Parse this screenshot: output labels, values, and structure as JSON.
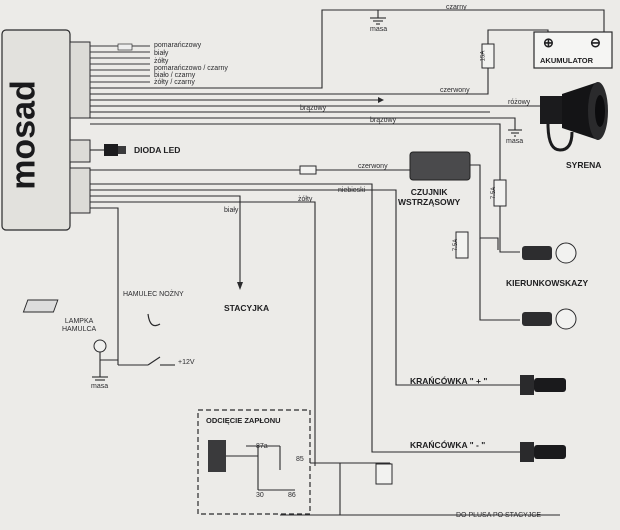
{
  "unit": {
    "brand": "mosad"
  },
  "wire_labels": {
    "w1": "pomarańczowy",
    "w2": "biały",
    "w3": "żółty",
    "w4": "pomarańczowo / czarny",
    "w5": "biało / czarny",
    "w6": "żółty / czarny",
    "red": "czerwony",
    "brown1": "brązowy",
    "brown2": "brązowy",
    "pink": "różowy",
    "black_top": "czarny",
    "black_sensor": "czerwony",
    "blue": "niebieski",
    "white": "biały",
    "yellow": "żółty"
  },
  "components": {
    "led": "DIODA  LED",
    "battery": "AKUMULATOR",
    "siren": "SYRENA",
    "sensor": "CZUJNIK\nWSTRZĄSOWY",
    "indicators": "KIERUNKOWSKAZY",
    "ignition": "STACYJKA",
    "brake_pedal": "HAMULEC NOŻNY",
    "brake_lamp": "LAMPKA\nHAMULCA",
    "switch_plus": "KRAŃCÓWKA  \" + \"",
    "switch_minus": "KRAŃCÓWKA  \" - \"",
    "cutoff": "ODCIĘCIE ZAPŁONU",
    "to_ignition": "DO PLUSA PO STACYJCE"
  },
  "ground_labels": {
    "g1": "masa",
    "g2": "masa",
    "g3": "masa"
  },
  "fuses": {
    "f1": "15A",
    "f2": "7.5A",
    "f3": "7.5A"
  },
  "battery_terms": {
    "plus": "⊕",
    "minus": "⊖"
  },
  "voltage": {
    "plus12": "+12V"
  },
  "relay_pins": {
    "p87a": "87a",
    "p85": "85",
    "p30": "30",
    "p86": "86"
  }
}
